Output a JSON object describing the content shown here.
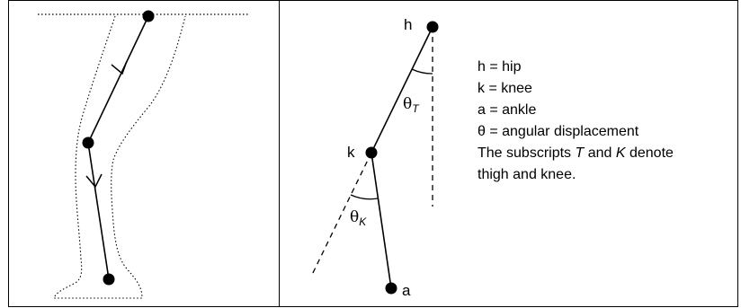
{
  "left_panel": {
    "points": [
      "hip",
      "knee",
      "ankle"
    ]
  },
  "right_panel": {
    "point_labels": {
      "hip": "h",
      "knee": "k",
      "ankle": "a"
    },
    "angles": {
      "thigh": {
        "symbol": "θ",
        "subscript": "T"
      },
      "knee": {
        "symbol": "θ",
        "subscript": "K"
      }
    }
  },
  "legend": {
    "line1": "h = hip",
    "line2": "k = knee",
    "line3": "a = ankle",
    "line4": "θ = angular displacement",
    "line5_pre": "The subscripts ",
    "line5_t": "T",
    "line5_mid": " and ",
    "line5_k": "K",
    "line5_post": " denote",
    "line6": "thigh and knee."
  }
}
